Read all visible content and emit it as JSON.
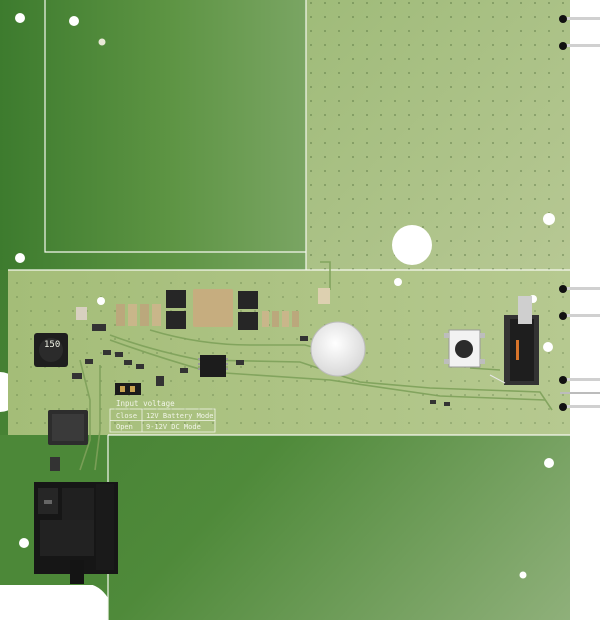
{
  "board": {
    "inductor_label": "150",
    "jumper_title": "Input voltage",
    "jumper_table": [
      {
        "state": "Close",
        "mode": "12V Battery Mode"
      },
      {
        "state": "Open",
        "mode": "9-12V DC Mode"
      }
    ]
  },
  "colors": {
    "pcb_dark": "#3f7a30",
    "pcb_mid": "#5f9645",
    "pcb_light": "#a9c082",
    "silkscreen": "#f2f5e8",
    "component": "#222222"
  }
}
